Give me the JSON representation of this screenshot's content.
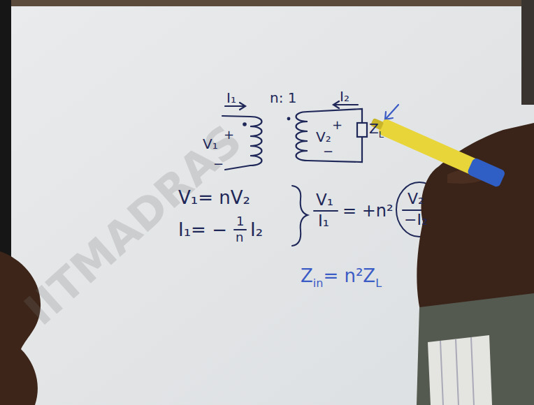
{
  "diagram": {
    "labels": [
      "IITMADRAS",
      "I₁",
      "n: 1",
      "I₂",
      "+",
      "V₁",
      "−",
      "+",
      "V₂",
      "−",
      "Z",
      "L",
      "V₁= nV₂",
      "I₁= −",
      "1",
      "n",
      "I₂",
      "V₁",
      "I₁",
      "= +n²",
      "V₂",
      "−I₂",
      "Z",
      "in",
      "= n²Z",
      "L"
    ]
  }
}
